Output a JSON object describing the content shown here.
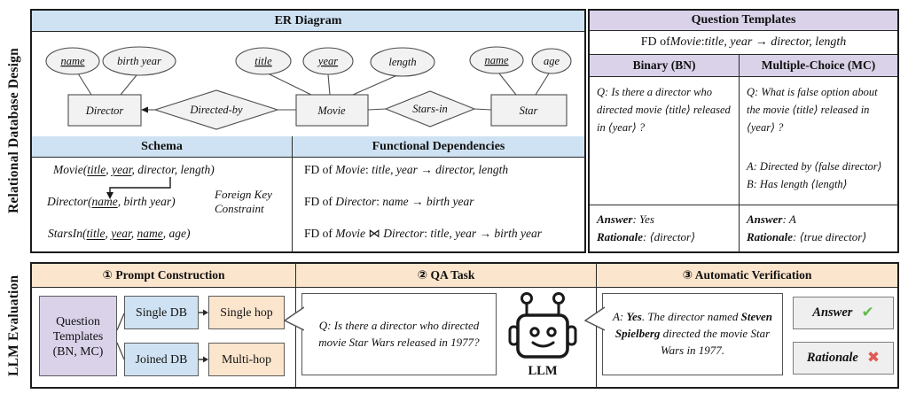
{
  "colors": {
    "header_blue": "#cfe2f3",
    "header_purple": "#d9d2e9",
    "header_orange": "#fce5cd",
    "shape_gray": "#f2f2f2",
    "check_green": "#63bb4e",
    "cross_red": "#e05a52"
  },
  "side_labels": {
    "top": "Relational Database Design",
    "bottom": "LLM Evaluation"
  },
  "er_panel": {
    "title": "ER Diagram",
    "attributes": [
      {
        "label": "name",
        "key": true
      },
      {
        "label": "birth year",
        "key": false
      },
      {
        "label": "title",
        "key": true
      },
      {
        "label": "year",
        "key": true
      },
      {
        "label": "length",
        "key": false
      },
      {
        "label": "name",
        "key": true
      },
      {
        "label": "age",
        "key": false
      }
    ],
    "entities": [
      {
        "label": "Director"
      },
      {
        "label": "Movie"
      },
      {
        "label": "Star"
      }
    ],
    "relationships": [
      {
        "label": "Directed-by"
      },
      {
        "label": "Stars-in"
      }
    ]
  },
  "schema_panel": {
    "title": "Schema",
    "rows": [
      {
        "segments": [
          {
            "t": "Movie("
          },
          {
            "t": "title",
            "u": 1
          },
          {
            "t": ", "
          },
          {
            "t": "year",
            "u": 1
          },
          {
            "t": ", director, length)"
          }
        ]
      },
      {
        "segments": [
          {
            "t": "Director("
          },
          {
            "t": "name",
            "u": 1
          },
          {
            "t": ", birth year)"
          }
        ]
      },
      {
        "segments": [
          {
            "t": "StarsIn("
          },
          {
            "t": "title",
            "u": 1
          },
          {
            "t": ", "
          },
          {
            "t": "year",
            "u": 1
          },
          {
            "t": ", "
          },
          {
            "t": "name",
            "u": 1
          },
          {
            "t": ", age)"
          }
        ]
      }
    ],
    "fk_label": "Foreign Key Constraint"
  },
  "fd_panel": {
    "title": "Functional Dependencies",
    "rows": [
      {
        "segments": [
          {
            "t": "FD of ",
            "r": 1
          },
          {
            "t": "Movie"
          },
          {
            "t": ": ",
            "r": 1
          },
          {
            "t": "title, year → director, length"
          }
        ]
      },
      {
        "segments": [
          {
            "t": "FD of ",
            "r": 1
          },
          {
            "t": "Director"
          },
          {
            "t": ": ",
            "r": 1
          },
          {
            "t": "name → birth year"
          }
        ]
      },
      {
        "segments": [
          {
            "t": "FD of ",
            "r": 1
          },
          {
            "t": "Movie"
          },
          {
            "t": " ⋈ ",
            "r": 1
          },
          {
            "t": "Director"
          },
          {
            "t": ": ",
            "r": 1
          },
          {
            "t": "title, year → birth year"
          }
        ]
      }
    ]
  },
  "question_templates": {
    "title": "Question Templates",
    "fd_line": {
      "segments": [
        {
          "t": "FD of ",
          "r": 1
        },
        {
          "t": "Movie"
        },
        {
          "t": ": ",
          "r": 1
        },
        {
          "t": "title, year → director, length"
        }
      ]
    },
    "columns": [
      {
        "header": "Binary (BN)",
        "question": "Q: Is there a director who directed movie ⟨title⟩ released in ⟨year⟩ ?",
        "answer": {
          "segments": [
            {
              "t": "Answer",
              "b": 1
            },
            {
              "t": ": Yes"
            }
          ]
        },
        "rationale": {
          "segments": [
            {
              "t": "Rationale",
              "b": 1
            },
            {
              "t": ": ⟨director⟩"
            }
          ]
        }
      },
      {
        "header": "Multiple-Choice (MC)",
        "question": "Q: What is false option about the movie ⟨title⟩ released in ⟨year⟩ ?",
        "options": [
          "A: Directed by ⟨false director⟩",
          "B: Has length ⟨length⟩"
        ],
        "answer": {
          "segments": [
            {
              "t": "Answer",
              "b": 1
            },
            {
              "t": ": A"
            }
          ]
        },
        "rationale": {
          "segments": [
            {
              "t": "Rationale",
              "b": 1
            },
            {
              "t": ": ⟨true director⟩"
            }
          ]
        }
      }
    ]
  },
  "llm_eval": {
    "prompt_construction": {
      "title": "① Prompt Construction",
      "source_label": "Question Templates (BN, MC)",
      "db_labels": [
        "Single DB",
        "Joined DB"
      ],
      "hop_labels": [
        "Single hop",
        "Multi-hop"
      ]
    },
    "qa_task": {
      "title": "② QA Task",
      "bubble": "Q: Is there a director who directed movie Star Wars released in 1977?",
      "llm_label": "LLM"
    },
    "verification": {
      "title": "③ Automatic Verification",
      "bubble": {
        "segments": [
          {
            "t": "A: "
          },
          {
            "t": "Yes",
            "b": 1
          },
          {
            "t": ". The director named "
          },
          {
            "t": "Steven Spielberg",
            "b": 1
          },
          {
            "t": " directed the movie Star Wars in 1977."
          }
        ]
      },
      "statuses": [
        {
          "label": "Answer",
          "icon": "✔"
        },
        {
          "label": "Rationale",
          "icon": "✖"
        }
      ]
    }
  }
}
